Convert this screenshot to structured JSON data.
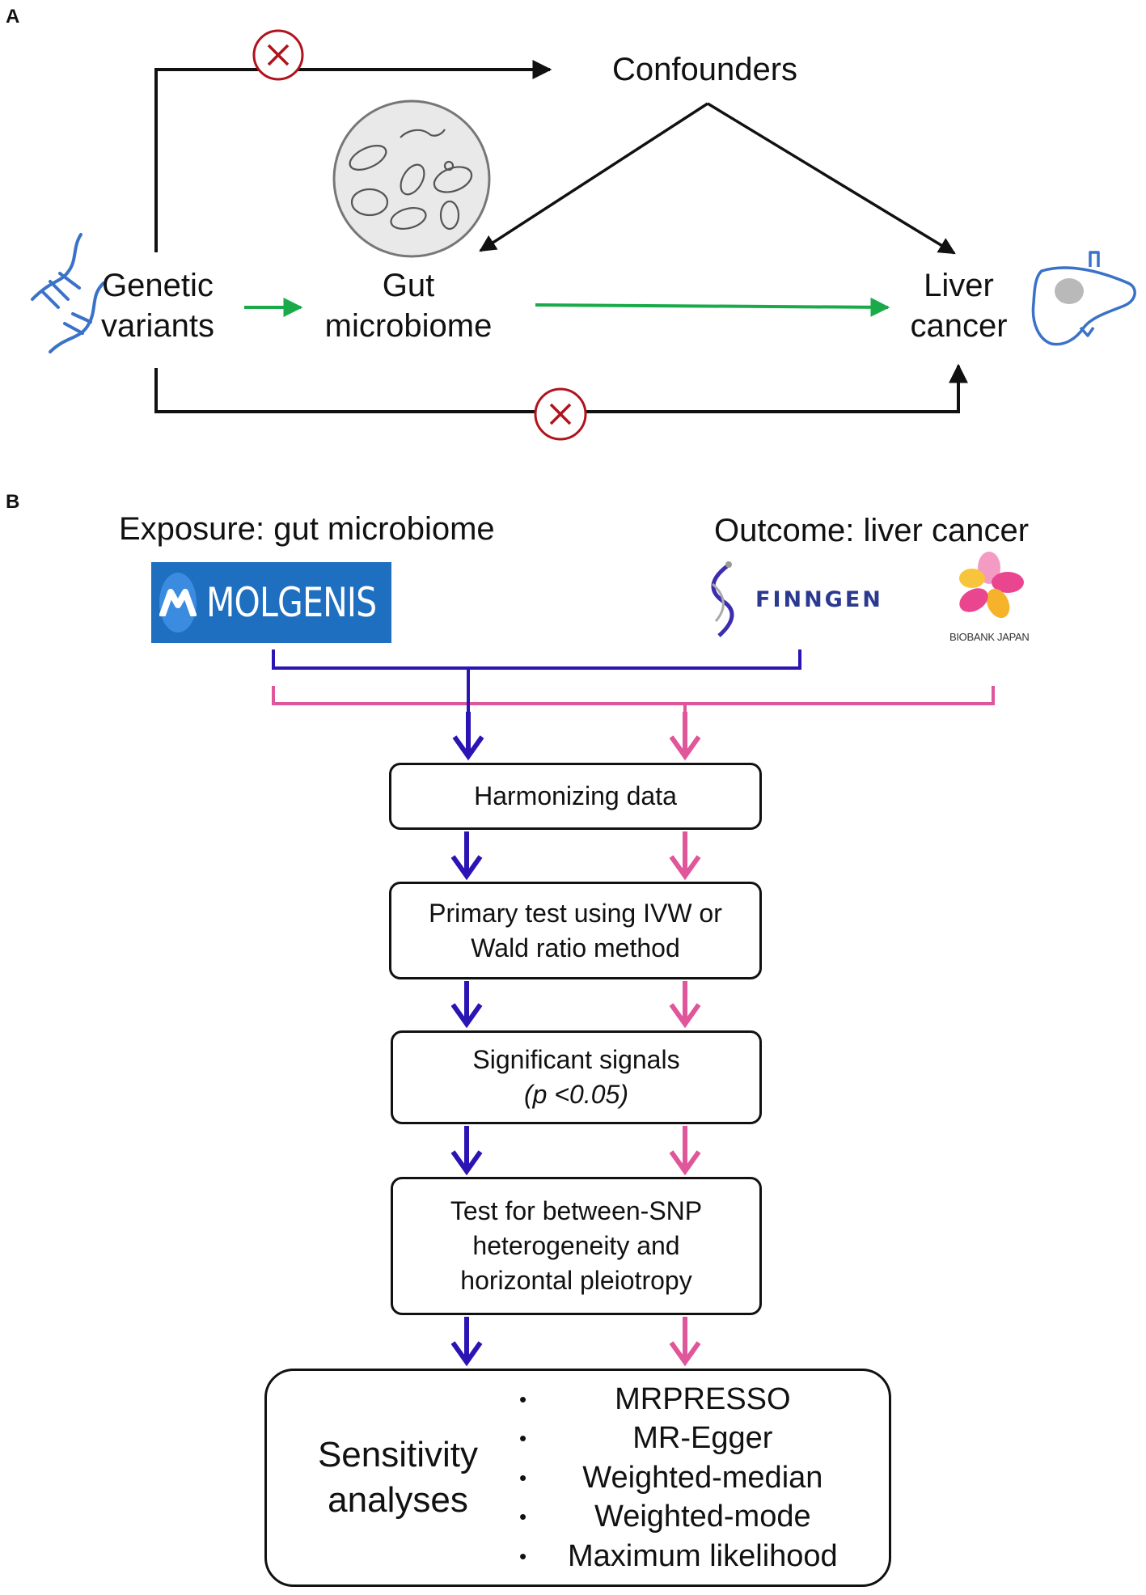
{
  "panel_a": {
    "label": "A",
    "confounders": "Confounders",
    "genetic_variants": [
      "Genetic",
      "variants"
    ],
    "gut_microbiome": [
      "Gut",
      "microbiome"
    ],
    "liver_cancer": [
      "Liver",
      "cancer"
    ],
    "colors": {
      "causal_arrow": "#1aaa4a",
      "blocked_mark": "#b0131c",
      "icon_blue": "#3a72c8"
    },
    "icons": [
      "dna-icon",
      "microbes-icon",
      "liver-icon",
      "blocked-path-icon"
    ]
  },
  "panel_b": {
    "label": "B",
    "exposure_heading": "Exposure: gut microbiome",
    "outcome_heading": "Outcome: liver cancer",
    "logos": {
      "molgenis": "MOLGENIS",
      "finngen": "FINNGEN",
      "biobank_japan": "BIOBANK JAPAN"
    },
    "colors": {
      "finngen_path": "#2a14b4",
      "biobank_path": "#e0569a",
      "molgenis_bg": "#1e6fc0"
    },
    "steps": [
      {
        "lines": [
          "Harmonizing data"
        ]
      },
      {
        "lines": [
          "Primary test using IVW or",
          "Wald ratio method"
        ]
      },
      {
        "lines": [
          "Significant signals",
          "(p <0.05)"
        ]
      },
      {
        "lines": [
          "Test for between-SNP",
          "heterogeneity and",
          "horizontal pleiotropy"
        ]
      }
    ],
    "sensitivity": {
      "title": [
        "Sensitivity",
        "analyses"
      ],
      "methods": [
        "MRPRESSO",
        "MR-Egger",
        "Weighted-median",
        "Weighted-mode",
        "Maximum likelihood"
      ]
    }
  }
}
